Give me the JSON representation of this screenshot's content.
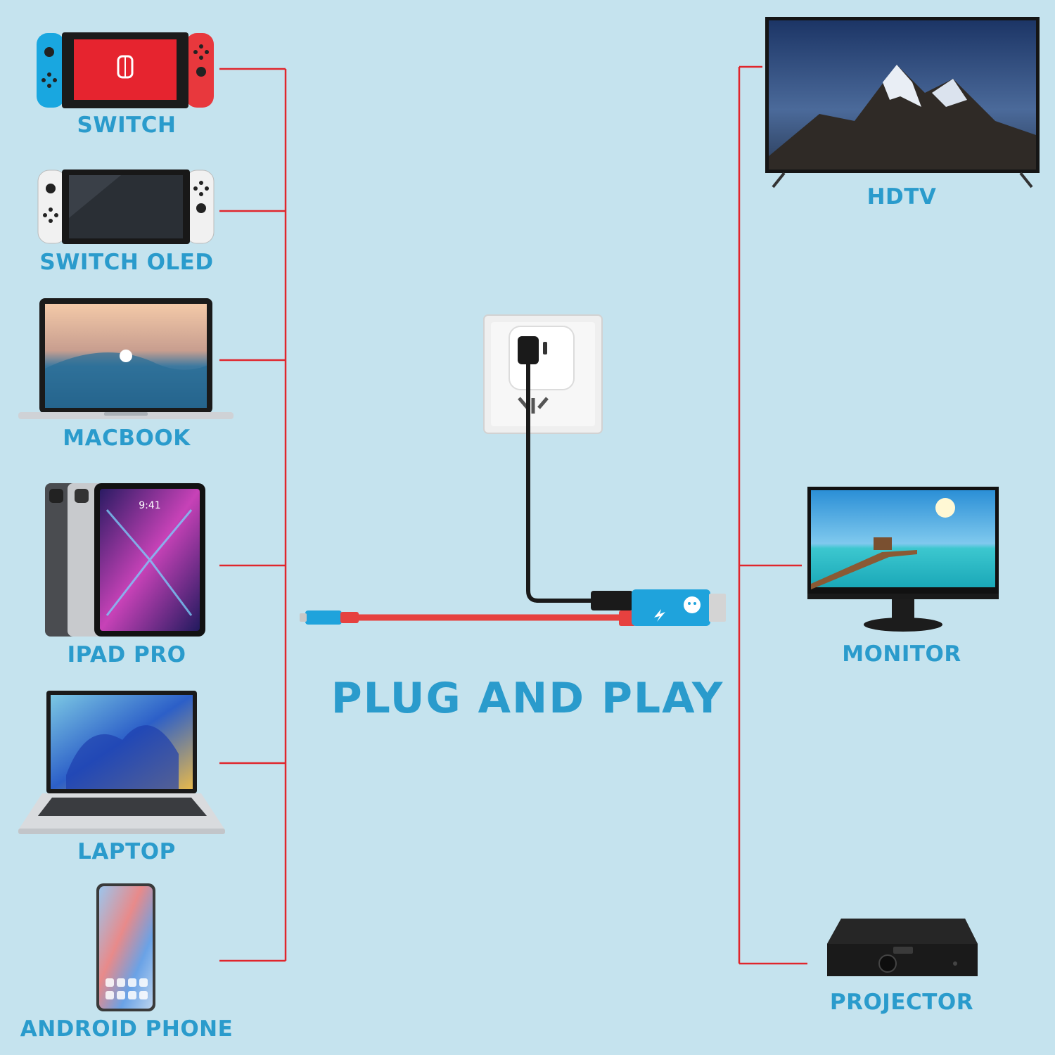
{
  "headline": "PLUG AND PLAY",
  "colors": {
    "background": "#c5e3ee",
    "label_blue": "#2a9bcc",
    "connector_red": "#e0262c",
    "cable_black": "#1a1a1a",
    "adapter_blue": "#1fa3dc"
  },
  "source_devices": [
    {
      "label": "SWITCH",
      "icon": "nintendo-switch-icon"
    },
    {
      "label": "SWITCH OLED",
      "icon": "switch-oled-icon"
    },
    {
      "label": "MACBOOK",
      "icon": "macbook-icon"
    },
    {
      "label": "IPAD PRO",
      "icon": "ipad-pro-icon"
    },
    {
      "label": "LAPTOP",
      "icon": "laptop-icon"
    },
    {
      "label": "ANDROID PHONE",
      "icon": "android-phone-icon"
    }
  ],
  "display_devices": [
    {
      "label": "HDTV",
      "icon": "hdtv-icon"
    },
    {
      "label": "MONITOR",
      "icon": "monitor-icon"
    },
    {
      "label": "PROJECTOR",
      "icon": "projector-icon"
    }
  ]
}
